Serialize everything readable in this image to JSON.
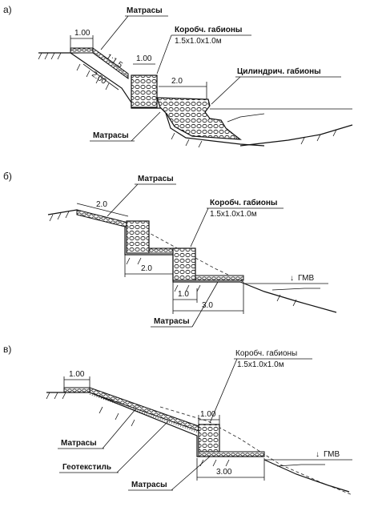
{
  "colors": {
    "ink": "#111111",
    "paper": "#ffffff"
  },
  "panel_a": {
    "letter": "а)",
    "mattress_top": "Матрасы",
    "box_gabions": "Коробч. габионы",
    "box_size": "1.5x1.0x1.0м",
    "cyl_gabions": "Цилиндрич. габионы",
    "mattress_bottom": "Матрасы",
    "dim_top": "1.00",
    "dim_slope_ratio": "1:1.5",
    "dim_slope": "2.00",
    "dim_box": "1.00",
    "dim_toe": "2.0"
  },
  "panel_b": {
    "letter": "б)",
    "mattress_top": "Матрасы",
    "box_gabions": "Коробч. габионы",
    "box_size": "1.5x1.0x1.0м",
    "dim_slope": "2.0",
    "dim_step": "2.0",
    "dim_low_1": "1.0",
    "dim_low_3": "3.0",
    "water": "ГМВ",
    "mattress_bottom": "Матрасы"
  },
  "panel_c": {
    "letter": "в)",
    "box_gabions": "Коробч. габионы",
    "box_size": "1.5x1.0x1.0м",
    "dim_top": "1.00",
    "dim_box": "1.00",
    "dim_base": "3.00",
    "water": "ГМВ",
    "mattress_label": "Матрасы",
    "geotextile": "Геотекстиль",
    "mattress_bottom": "Матрасы"
  }
}
